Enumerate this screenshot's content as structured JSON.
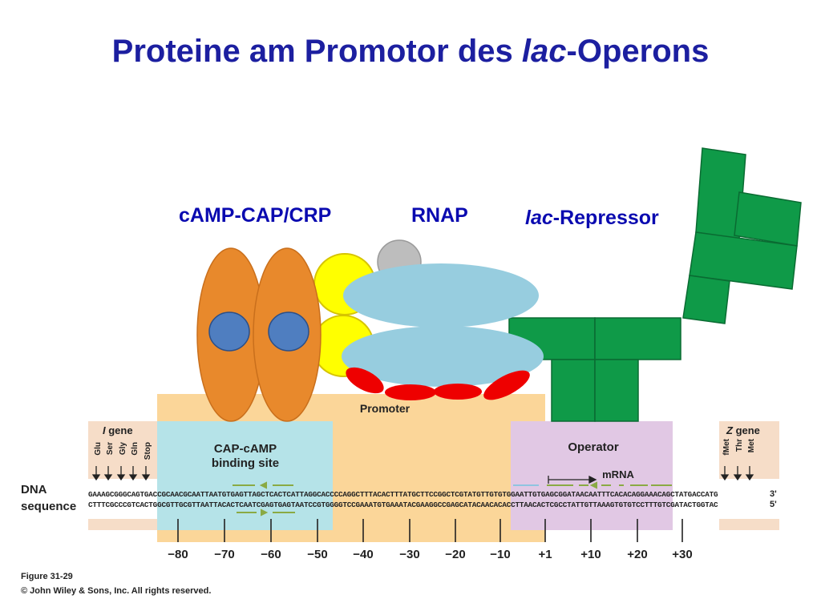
{
  "title": {
    "pre": "Proteine am Promotor des ",
    "italic": "lac",
    "post": "-Operons"
  },
  "labels": {
    "cap": "cAMP-CAP/CRP",
    "rnap": "RNAP",
    "repressor_italic": "lac",
    "repressor_rest": "-Repressor"
  },
  "boxes": {
    "promoter": "Promoter",
    "cap_site_line1": "CAP-cAMP",
    "cap_site_line2": "binding site",
    "operator": "Operator",
    "mrna": "mRNA"
  },
  "genes": {
    "i_gene_italic": "I",
    "i_gene_rest": " gene",
    "z_gene_italic": "Z",
    "z_gene_rest": " gene",
    "i_gene_codons": [
      "Glu",
      "Ser",
      "Gly",
      "Gln",
      "Stop"
    ],
    "z_gene_codons": [
      "fMet",
      "Thr",
      "Met"
    ]
  },
  "dna": {
    "label_line1": "DNA",
    "label_line2": "sequence",
    "top_strand": "GAAAGCGGGCAGTGACCGCAACGCAATTAATGTGAGTTAGCTCACTCATTAGGCACCCCAGGCTTTACACTTTATGCTTCCGGCTCGTATGTTGTGTGGAATTGTGAGCGGATAACAATTTCACACAGGAAACAGCTATGACCATG",
    "bottom_strand": "CTTTCGCCCGTCACTGGCGTTGCGTTAATTACACTCAATCGAGTGAGTAATCCGTGGGGTCCGAAATGTGAAATACGAAGGCCGAGCATACAACACACCTTAACACTCGCCTATTGTTAAAGTGTGTCCTTTGTCGATACTGGTAC",
    "top_end": "3'",
    "bottom_end": "5'"
  },
  "axis_ticks": [
    "−80",
    "−70",
    "−60",
    "−50",
    "−40",
    "−30",
    "−20",
    "−10",
    "+1",
    "+10",
    "+20",
    "+30"
  ],
  "footer": {
    "figure": "Figure 31-29",
    "copyright": "© John Wiley & Sons, Inc. All rights reserved."
  },
  "colors": {
    "title": "#1c1fa0",
    "label": "#0a0ab0",
    "cap_protein": "#e8892c",
    "cap_cAMP": "#4f7ec0",
    "rnap_subunit_yellow": "#ffff00",
    "rnap_subunit_gray": "#bdbdbd",
    "rnap_core": "#97cddf",
    "rnap_sigma": "#ee0000",
    "repressor": "#0f9a48",
    "promoter_box": "#fbd699",
    "cap_site_box": "#b5e3e8",
    "operator_box": "#e1c8e4",
    "gene_box": "#f6ddc8"
  }
}
